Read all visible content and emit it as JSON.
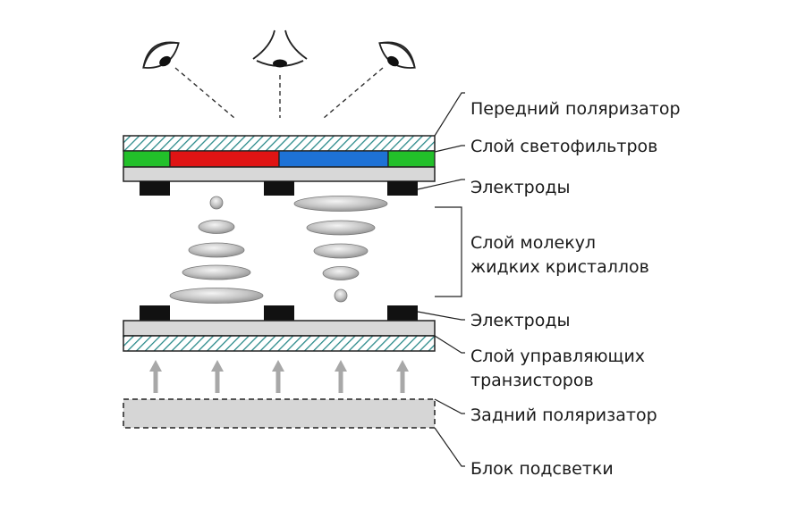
{
  "labels": {
    "front_polarizer": "Передний поляризатор",
    "color_filters": "Слой светофильтров",
    "electrodes_top": "Электроды",
    "lc_line1": "Слой молекул",
    "lc_line2": "жидких кристаллов",
    "electrodes_bottom": "Электроды",
    "transistors_line1": "Слой управляющих",
    "transistors_line2": "транзисторов",
    "rear_polarizer": "Задний поляризатор",
    "backlight": "Блок подсветки"
  },
  "colors": {
    "hatch": "#2a8a8a",
    "filter_green": "#22c02a",
    "filter_red": "#e01414",
    "filter_blue": "#1e72d6",
    "glass": "#d8d8d8",
    "electrode": "#111111",
    "molecule": "#c8c8c8",
    "arrow": "#a8a8a8",
    "backlight": "#d6d6d6"
  },
  "icons": [
    "eye-icon",
    "eye-icon",
    "eye-icon",
    "arrow-up-icon"
  ]
}
